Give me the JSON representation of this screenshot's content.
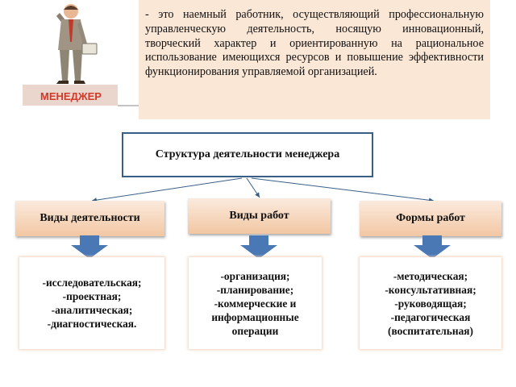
{
  "figure": {
    "caption": "МЕНЕДЖЕР"
  },
  "definition": "- это наемный работник, осуществляющий профессиональную управленческую деятельность, носящую инновационный, творческий характер и ориентированную на рациональное использование имеющихся ресурсов и повышение эффективности функционирования управляемой организацией.",
  "root": "Структура деятельности менеджера",
  "categories": [
    {
      "title": "Виды деятельности",
      "items": [
        "-исследовательская;",
        "-проектная;",
        "-аналитическая;",
        "-диагностическая."
      ]
    },
    {
      "title": "Виды работ",
      "items": [
        "-организация;",
        "-планирование;",
        "-коммерческие и",
        "информационные",
        "операции"
      ]
    },
    {
      "title": "Формы работ",
      "items": [
        "-методическая;",
        "-консультативная;",
        "-руководящая;",
        "-педагогическая",
        "(воспитательная)"
      ]
    }
  ],
  "colors": {
    "definition_bg": "#fbe7d6",
    "root_border": "#3a5f86",
    "category_bg": "#f2c7a3",
    "down_arrow": "#4a78b5"
  }
}
